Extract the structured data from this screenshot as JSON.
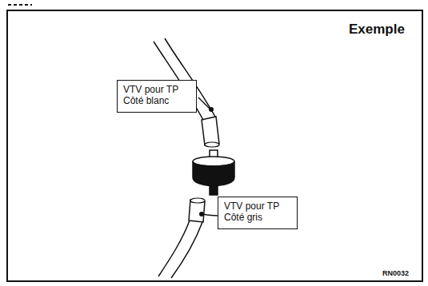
{
  "diagram": {
    "title": "Exemple",
    "nodes": [
      {
        "text": [
          "VTV pour TP Côté blanc"
        ]
      },
      {
        "text": [
          "VTV pour TP Côté gris"
        ]
      }
    ],
    "labels": [
      "RN0032"
    ]
  }
}
